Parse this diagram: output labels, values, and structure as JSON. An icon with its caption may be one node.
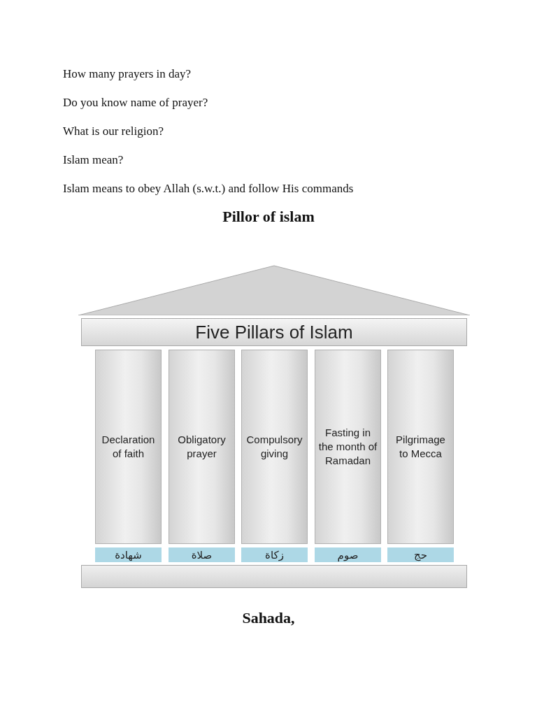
{
  "diagram": {
    "title": "Pillor of islam",
    "nodes": [
      {
        "text": [],
        "shape": "triangle"
      },
      {
        "text": [
          "Five Pillars of Islam"
        ]
      },
      {
        "text": [
          "Declaration of faith"
        ]
      },
      {
        "text": [
          "Obligatory prayer"
        ]
      },
      {
        "text": [
          "Compulsory giving"
        ]
      },
      {
        "text": [
          "Fasting in the month of Ramadan"
        ]
      },
      {
        "text": [
          "Pilgrimage to Mecca"
        ]
      },
      {
        "text": [
          "شهادة"
        ]
      },
      {
        "text": [
          "صلاة"
        ]
      },
      {
        "text": [
          "زكاة"
        ]
      },
      {
        "text": [
          "صوم"
        ]
      },
      {
        "text": [
          "حج"
        ]
      },
      {
        "text": [],
        "shape": "bar"
      }
    ],
    "edges": [],
    "labels": [
      "How many prayers in day?",
      "Do you know name of prayer?",
      "What is our religion?",
      "Islam mean?",
      "Islam means to obey Allah (s.w.t.) and follow His commands",
      "Sahada,"
    ]
  }
}
